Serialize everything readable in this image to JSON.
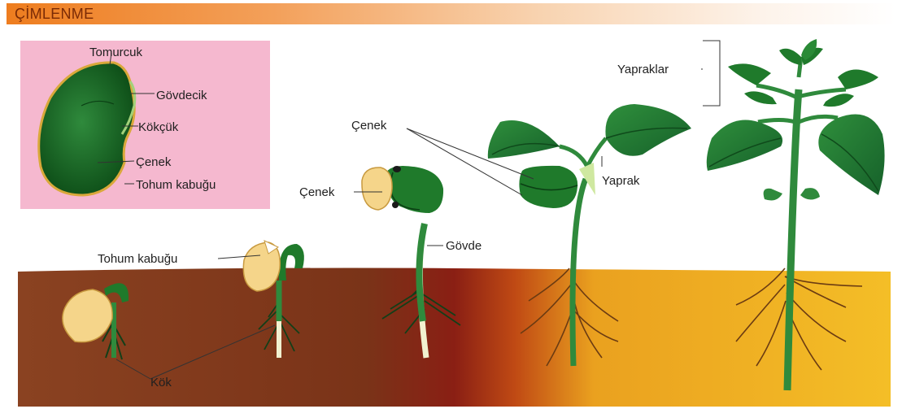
{
  "header": {
    "title": "ÇİMLENME"
  },
  "seed_inset": {
    "labels": {
      "tomurcuk": "Tomurcuk",
      "govdecik": "Gövdecik",
      "kokcuk": "Kökçük",
      "cenek": "Çenek",
      "tohum_kabugu": "Tohum kabuğu"
    }
  },
  "stages": {
    "labels": {
      "tohum_kabugu": "Tohum kabuğu",
      "cenek_left": "Çenek",
      "cenek_top": "Çenek",
      "govde": "Gövde",
      "yaprak": "Yaprak",
      "yapraklar": "Yapraklar",
      "kok": "Kök"
    }
  },
  "colors": {
    "title_bar": "#ee7d1f",
    "inset_bg": "#f5b8cf",
    "soil_dark": "#7d3a1a",
    "soil_light": "#f2b81f",
    "plant_green": "#1f7a2b",
    "seed_coat": "#f5d58a"
  }
}
